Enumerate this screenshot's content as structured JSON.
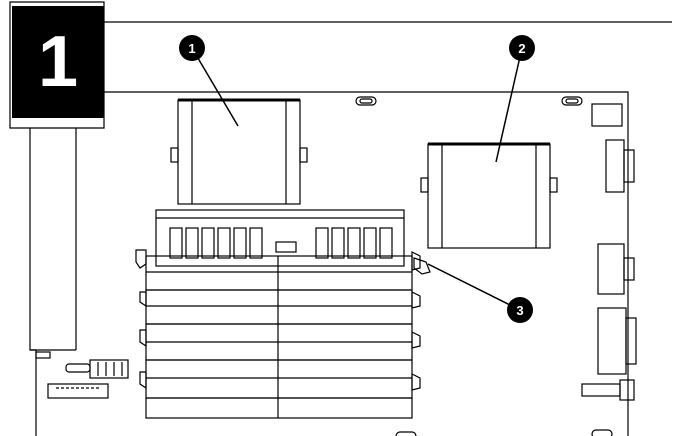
{
  "step": {
    "number": "1"
  },
  "callouts": [
    {
      "label": "1",
      "target": "processor-heatsink-1"
    },
    {
      "label": "2",
      "target": "processor-heatsink-2"
    },
    {
      "label": "3",
      "target": "dimm-retaining-clip"
    }
  ],
  "colors": {
    "line": "#000000",
    "background": "#ffffff",
    "callout_fill": "#000000",
    "callout_text": "#ffffff"
  }
}
